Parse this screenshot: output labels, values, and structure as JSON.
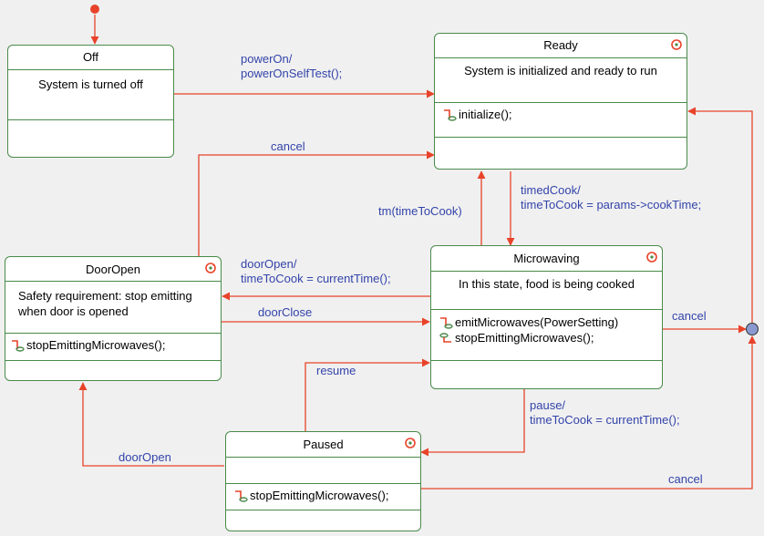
{
  "states": {
    "off": {
      "title": "Off",
      "description": "System is turned off"
    },
    "ready": {
      "title": "Ready",
      "description": "System is initialized and ready to run",
      "actions": [
        "initialize();"
      ]
    },
    "door_open": {
      "title": "DoorOpen",
      "description_line1": "Safety requirement: stop emitting",
      "description_line2": "when door is opened",
      "actions": [
        "stopEmittingMicrowaves();"
      ]
    },
    "microwaving": {
      "title": "Microwaving",
      "description": "In this state, food is being cooked",
      "actions": [
        "emitMicrowaves(PowerSetting)",
        "stopEmittingMicrowaves();"
      ]
    },
    "paused": {
      "title": "Paused",
      "actions": [
        "stopEmittingMicrowaves();"
      ]
    }
  },
  "transitions": {
    "power_on_1": "powerOn/",
    "power_on_2": "powerOnSelfTest();",
    "cancel_door_ready": "cancel",
    "tm": "tm(timeToCook)",
    "timed_cook_1": "timedCook/",
    "timed_cook_2": "timeToCook = params->cookTime;",
    "door_open_1": "doorOpen/",
    "door_open_2": "timeToCook = currentTime();",
    "door_close": "doorClose",
    "cancel_micro": "cancel",
    "resume": "resume",
    "pause_1": "pause/",
    "pause_2": "timeToCook = currentTime();",
    "door_open_paused": "doorOpen",
    "cancel_paused": "cancel"
  },
  "colors": {
    "transition_line": "#e8432a",
    "state_border": "#4a8a4a",
    "label_text": "#3344aa",
    "junction": "#8a9ad0"
  },
  "icons": {
    "entry_action": "entry-action-icon",
    "exit_action": "exit-action-icon",
    "submachine": "cycle-icon"
  }
}
